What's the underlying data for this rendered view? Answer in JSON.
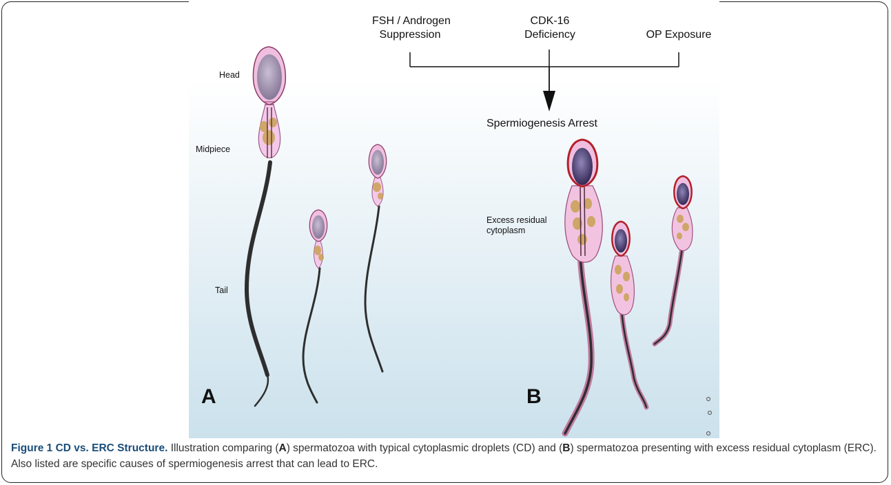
{
  "causes": [
    {
      "line1": "FSH / Androgen",
      "line2": "Suppression"
    },
    {
      "line1": "CDK-16",
      "line2": "Deficiency"
    },
    {
      "line1": "OP Exposure",
      "line2": ""
    }
  ],
  "outcome": "Spermiogenesis Arrest",
  "panel_a": {
    "letter": "A",
    "labels": {
      "head": "Head",
      "midpiece": "Midpiece",
      "tail": "Tail"
    }
  },
  "panel_b": {
    "letter": "B",
    "label_line1": "Excess residual",
    "label_line2": "cytoplasm"
  },
  "caption": {
    "title": "Figure 1 CD vs. ERC Structure.",
    "p1": " Illustration comparing (",
    "a": "A",
    "p2": ") spermatozoa with typical cytoplasmic droplets (CD) and (",
    "b": "B",
    "p3": ") spermatozoa presenting with excess residual cytoplasm (ERC). Also listed are specific causes of spermiogenesis arrest that can lead to ERC."
  },
  "colors": {
    "bg_top": "#ffffff",
    "bg_bottom": "#cfe3ee",
    "membrane": "#f3c6e6",
    "nucleus": "#8e7d9c",
    "nucleus_b": "#3d2a5c",
    "acrosome_b": "#b3202a",
    "tail": "#2e2e2e",
    "droplet": "#c9a052"
  }
}
